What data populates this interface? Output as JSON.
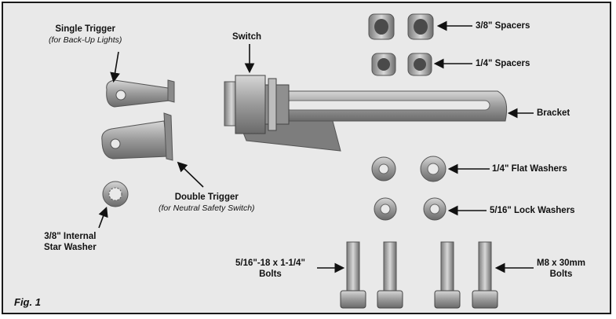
{
  "figure": {
    "caption": "Fig. 1",
    "labels": {
      "single_trigger": "Single Trigger",
      "single_trigger_sub": "(for Back-Up Lights)",
      "switch": "Switch",
      "spacers_38": "3/8\" Spacers",
      "spacers_14": "1/4\" Spacers",
      "bracket": "Bracket",
      "flat_washers": "1/4\" Flat Washers",
      "lock_washers": "5/16\" Lock Washers",
      "double_trigger": "Double Trigger",
      "double_trigger_sub": "(for Neutral Safety Switch)",
      "star_washer_1": "3/8\" Internal",
      "star_washer_2": "Star Washer",
      "bolts_516_1": "5/16\"-18 x 1-1/4\"",
      "bolts_516_2": "Bolts",
      "bolts_m8_1": "M8 x 30mm",
      "bolts_m8_2": "Bolts"
    }
  },
  "colors": {
    "background": "#e9e9e9",
    "frame": "#1a1a1a",
    "metal": "#9a9a9a",
    "text": "#111111"
  }
}
